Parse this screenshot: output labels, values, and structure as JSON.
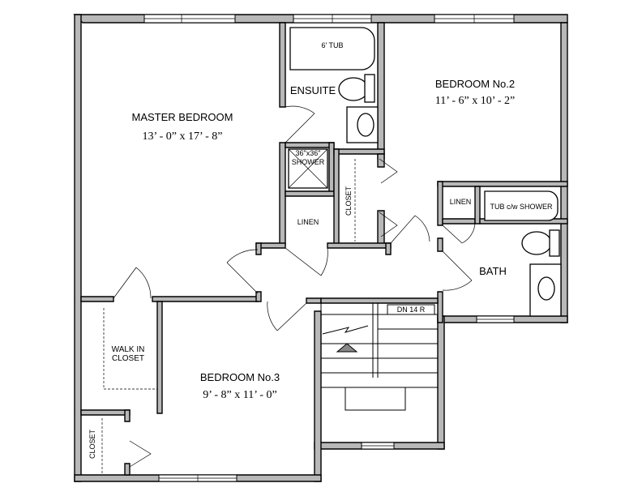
{
  "rooms": {
    "master": {
      "name": "MASTER BEDROOM",
      "dims": "13’ - 0” x 17’ - 8”"
    },
    "bedroom2": {
      "name": "BEDROOM No.2",
      "dims": "11’ - 6” x 10’ - 2”"
    },
    "bedroom3": {
      "name": "BEDROOM No.3",
      "dims": "9’ - 8” x 11’ - 0”"
    },
    "ensuite": "ENSUITE",
    "bath": "BATH",
    "walk_in_closet": [
      "WALK IN",
      "CLOSET"
    ],
    "linen_ensuite": "LINEN",
    "linen_bath": "LINEN",
    "closet_center": "CLOSET",
    "closet_bed3": "CLOSET"
  },
  "fixtures": {
    "tub_ensuite": "6' TUB",
    "shower": [
      "36\"x36\"",
      "SHOWER"
    ],
    "tub_bath": "TUB c/w SHOWER"
  },
  "stairs": {
    "label": "DN 14 R"
  }
}
